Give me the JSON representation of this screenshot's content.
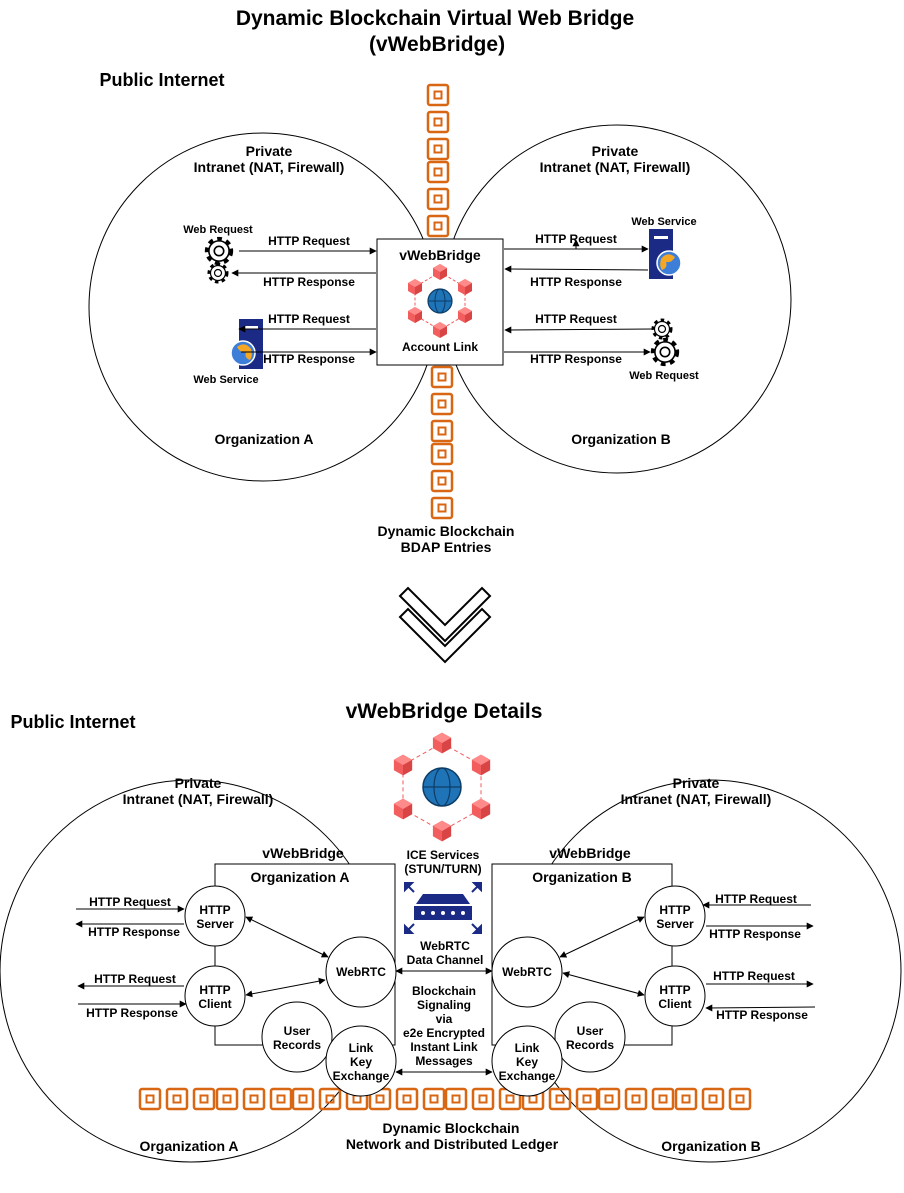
{
  "title": {
    "line1": "Dynamic Blockchain Virtual Web Bridge",
    "line2": "(vWebBridge)"
  },
  "colors": {
    "chain": "#d86613",
    "hex": "#f25d5d",
    "globe": "#1f73b7",
    "server": "#1b2a85",
    "line": "#000000"
  },
  "top": {
    "public_internet": "Public Internet",
    "private_a": {
      "line1": "Private",
      "line2": "Intranet (NAT, Firewall)"
    },
    "private_b": {
      "line1": "Private",
      "line2": "Intranet (NAT, Firewall)"
    },
    "web_request_a": "Web Request",
    "web_service_a": "Web Service",
    "web_service_b": "Web Service",
    "web_request_b": "Web Request",
    "http_request": "HTTP Request",
    "http_response": "HTTP Response",
    "vwebbridge": "vWebBridge",
    "account_link": "Account Link",
    "org_a": "Organization A",
    "org_b": "Organization B",
    "blockchain": {
      "line1": "Dynamic Blockchain",
      "line2": "BDAP Entries"
    }
  },
  "bottom": {
    "title": "vWebBridge Details",
    "public_internet": "Public Internet",
    "private_a": {
      "line1": "Private",
      "line2": "Intranet (NAT, Firewall)"
    },
    "private_b": {
      "line1": "Private",
      "line2": "Intranet (NAT, Firewall)"
    },
    "vwebbridge": "vWebBridge",
    "org_a": "Organization A",
    "org_b": "Organization B",
    "http_server": {
      "line1": "HTTP",
      "line2": "Server"
    },
    "http_client": {
      "line1": "HTTP",
      "line2": "Client"
    },
    "webrtc": "WebRTC",
    "user_records": {
      "line1": "User",
      "line2": "Records"
    },
    "link_key_exchange": {
      "line1": "Link",
      "line2": "Key",
      "line3": "Exchange"
    },
    "ice": {
      "line1": "ICE Services",
      "line2": "(STUN/TURN)"
    },
    "webrtc_channel": {
      "line1": "WebRTC",
      "line2": "Data Channel"
    },
    "signaling": {
      "line1": "Blockchain",
      "line2": "Signaling",
      "line3": "via",
      "line4": "e2e Encrypted",
      "line5": "Instant Link",
      "line6": "Messages"
    },
    "http_request": "HTTP Request",
    "http_response": "HTTP Response",
    "ledger": {
      "line1": "Dynamic Blockchain",
      "line2": "Network and Distributed Ledger"
    }
  }
}
